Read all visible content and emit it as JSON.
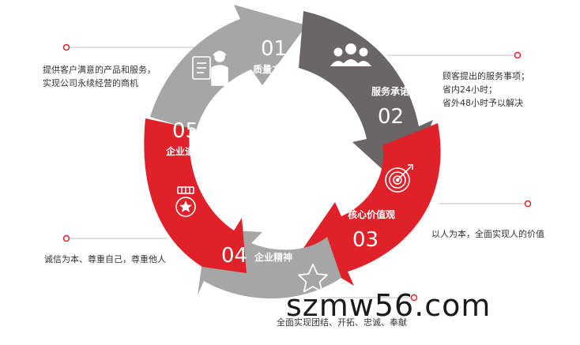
{
  "segments": [
    {
      "number": "01",
      "label": "质量方针",
      "icon": "worker-clipboard-icon",
      "color": "#a6a6a6"
    },
    {
      "number": "02",
      "label": "服务承诺",
      "icon": "team-people-icon",
      "color": "#6a6566"
    },
    {
      "number": "03",
      "label": "核心价值观",
      "icon": "target-arrow-icon",
      "color": "#e0212a"
    },
    {
      "number": "04",
      "label": "企业精神",
      "icon": "star-icon",
      "color": "#a6a6a6"
    },
    {
      "number": "05",
      "label": "企业道德",
      "icon": "medal-icon",
      "color": "#e0212a"
    }
  ],
  "notes": {
    "n01": [
      "提供客户满意的产品和服务，",
      "实现公司永续经营的商机"
    ],
    "n02": [
      "顾客提出的服务事项；",
      "省内24小时；",
      "省外48小时予以解决"
    ],
    "n03": [
      "以人为本，全面实现人的价值"
    ],
    "n04": [
      "全面实现团结、开拓、忠诚、奉献"
    ],
    "n05": [
      "诚信为本、尊重自己，尊重他人"
    ]
  },
  "watermark": "szmw56.com",
  "colors": {
    "red": "#e0212a",
    "dark_gray": "#6a6566",
    "light_gray": "#a6a6a6",
    "leader_line": "#c0c0c0"
  }
}
